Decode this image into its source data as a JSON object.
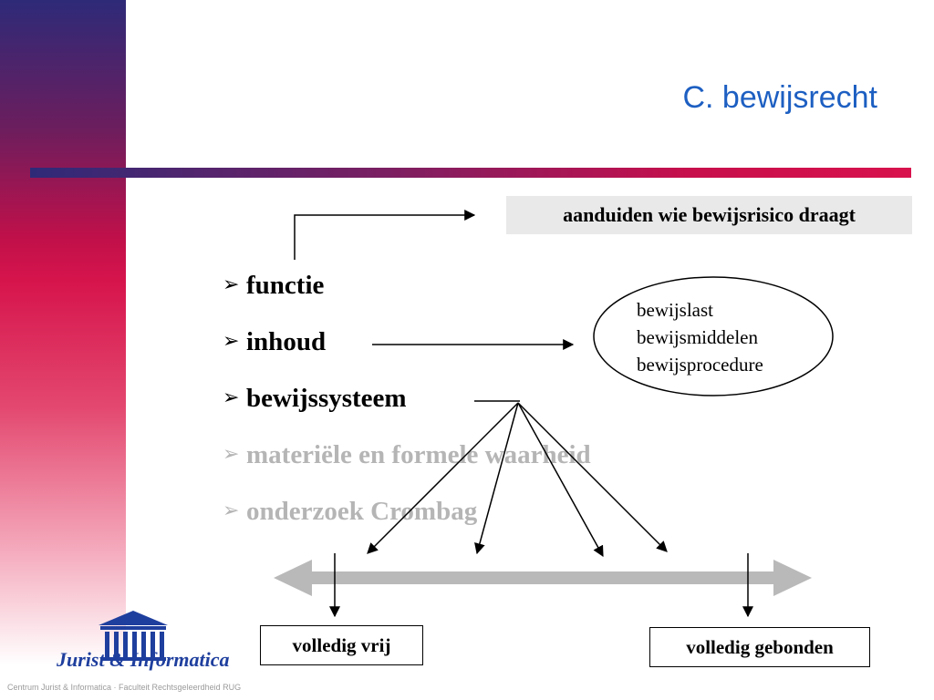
{
  "slide": {
    "title": "C. bewijsrecht",
    "risk_box": "aanduiden wie bewijsrisico draagt",
    "bullets": [
      {
        "label": "functie",
        "dimmed": false
      },
      {
        "label": "inhoud",
        "dimmed": false
      },
      {
        "label": "bewijssysteem",
        "dimmed": false
      },
      {
        "label": "materiële en formele waarheid",
        "dimmed": true
      },
      {
        "label": "onderzoek Crombag",
        "dimmed": true
      }
    ],
    "bullet_icon": "arrowhead-bullet-icon",
    "ellipse_items": [
      "bewijslast",
      "bewijsmiddelen",
      "bewijsprocedure"
    ],
    "scale_left": "volledig vrij",
    "scale_right": "volledig gebonden"
  },
  "logo": {
    "text": "Jurist & Informatica",
    "icon": "temple-columns-icon"
  },
  "footer": "Centrum Jurist & Informatica · Faculteit Rechtsgeleerdheid RUG",
  "colors": {
    "title": "#1d5fc2",
    "accent_red": "#d6144c",
    "accent_navy": "#2e2a78",
    "dimmed_text": "#b5b5b5",
    "scale_arrow": "#b9b9b9"
  }
}
